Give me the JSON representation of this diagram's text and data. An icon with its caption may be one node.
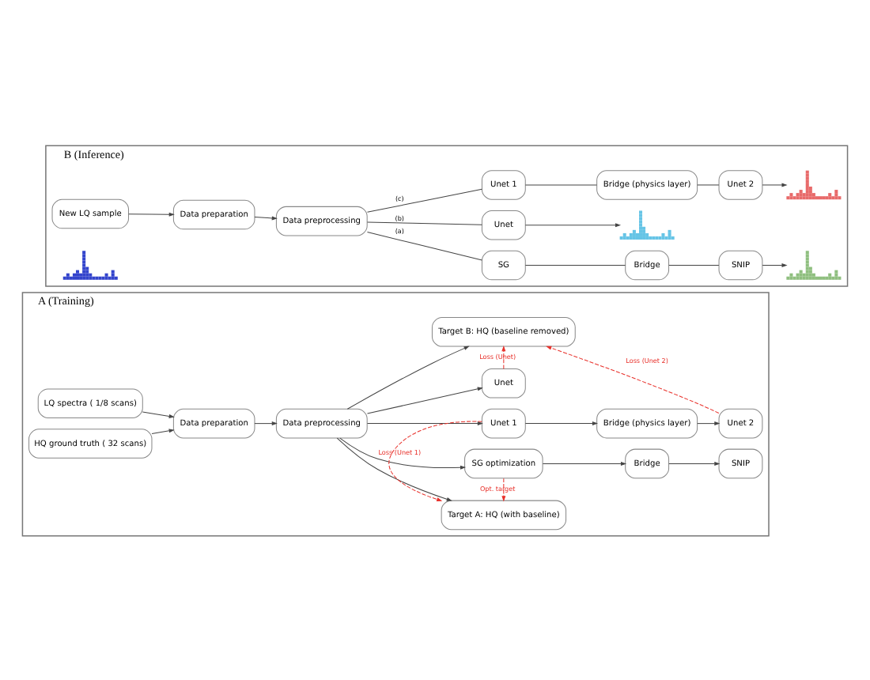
{
  "diagram": {
    "nodes": [
      {
        "text": [
          "A (Training)"
        ]
      },
      {
        "text": [
          "LQ spectra ( 1/8 scans)"
        ],
        "in": 0
      },
      {
        "text": [
          "HQ ground truth ( 32 scans)"
        ],
        "in": 0
      },
      {
        "text": [
          "Data preparation"
        ],
        "in": 0
      },
      {
        "text": [
          "Data preprocessing"
        ],
        "in": 0
      },
      {
        "text": [
          "Target A: HQ (with baseline)"
        ],
        "in": 0
      },
      {
        "text": [
          "SG optimization"
        ],
        "in": 0
      },
      {
        "text": [
          "Bridge"
        ],
        "in": 0
      },
      {
        "text": [
          "SNIP"
        ],
        "in": 0
      },
      {
        "text": [
          "Unet 1"
        ],
        "in": 0
      },
      {
        "text": [
          "Bridge (physics layer)"
        ],
        "in": 0
      },
      {
        "text": [
          "Unet 2"
        ],
        "in": 0
      },
      {
        "text": [
          "Unet"
        ],
        "in": 0
      },
      {
        "text": [
          "Target B: HQ (baseline removed)"
        ],
        "in": 0
      },
      {
        "text": [
          "B (Inference)"
        ]
      },
      {
        "text": [],
        "shape": "chart",
        "in": 14
      },
      {
        "text": [
          "New LQ sample"
        ],
        "in": 14
      },
      {
        "text": [
          "Data preparation"
        ],
        "in": 14
      },
      {
        "text": [
          "Data preprocessing"
        ],
        "in": 14
      },
      {
        "text": [
          "SG"
        ],
        "in": 14
      },
      {
        "text": [
          "Bridge"
        ],
        "in": 14
      },
      {
        "text": [
          "SNIP"
        ],
        "in": 14
      },
      {
        "text": [
          "Unet"
        ],
        "in": 14
      },
      {
        "text": [
          "Unet 1"
        ],
        "in": 14
      },
      {
        "text": [
          "Bridge (physics layer)"
        ],
        "in": 14
      },
      {
        "text": [
          "Unet 2"
        ],
        "in": 14
      },
      {
        "text": [],
        "shape": "chart",
        "in": 14
      },
      {
        "text": [],
        "shape": "chart",
        "in": 14
      },
      {
        "text": [],
        "shape": "chart",
        "in": 14
      }
    ],
    "edges": [
      {
        "from": 1,
        "to": 3,
        "arrow": "to"
      },
      {
        "from": 2,
        "to": 3,
        "arrow": "to"
      },
      {
        "from": 3,
        "to": 4,
        "arrow": "to"
      },
      {
        "from": 4,
        "to": 5,
        "arrow": "to"
      },
      {
        "from": 4,
        "to": 6,
        "arrow": "to"
      },
      {
        "from": 4,
        "to": 9,
        "arrow": "to"
      },
      {
        "from": 4,
        "to": 12,
        "arrow": "to"
      },
      {
        "from": 4,
        "to": 13,
        "arrow": "to"
      },
      {
        "from": 6,
        "to": 7,
        "arrow": "to"
      },
      {
        "from": 7,
        "to": 8,
        "arrow": "to"
      },
      {
        "from": 9,
        "to": 10,
        "arrow": "to"
      },
      {
        "from": 10,
        "to": 11,
        "arrow": "to"
      },
      {
        "from": 6,
        "to": 5,
        "arrow": "to",
        "label": "Opt. target",
        "style": "dashed",
        "color": "#e8302a"
      },
      {
        "from": 9,
        "to": 5,
        "arrow": "to",
        "label": "Loss (Unet 1)",
        "style": "dashed",
        "color": "#e8302a"
      },
      {
        "from": 12,
        "to": 13,
        "arrow": "to",
        "label": "Loss (Unet)",
        "style": "dashed",
        "color": "#e8302a"
      },
      {
        "from": 11,
        "to": 13,
        "arrow": "to",
        "label": "Loss (Unet 2)",
        "style": "dashed",
        "color": "#e8302a"
      },
      {
        "from": 16,
        "to": 17,
        "arrow": "to"
      },
      {
        "from": 17,
        "to": 18,
        "arrow": "to"
      },
      {
        "from": 18,
        "to": 19,
        "arrow": "none",
        "label": "(a)"
      },
      {
        "from": 18,
        "to": 22,
        "arrow": "none",
        "label": "(b)"
      },
      {
        "from": 18,
        "to": 23,
        "arrow": "none",
        "label": "(c)"
      },
      {
        "from": 19,
        "to": 20,
        "arrow": "none"
      },
      {
        "from": 20,
        "to": 21,
        "arrow": "none"
      },
      {
        "from": 21,
        "to": 26,
        "arrow": "to"
      },
      {
        "from": 22,
        "to": 27,
        "arrow": "to"
      },
      {
        "from": 23,
        "to": 24,
        "arrow": "none"
      },
      {
        "from": 24,
        "to": 25,
        "arrow": "none"
      },
      {
        "from": 25,
        "to": 28,
        "arrow": "to"
      }
    ]
  }
}
